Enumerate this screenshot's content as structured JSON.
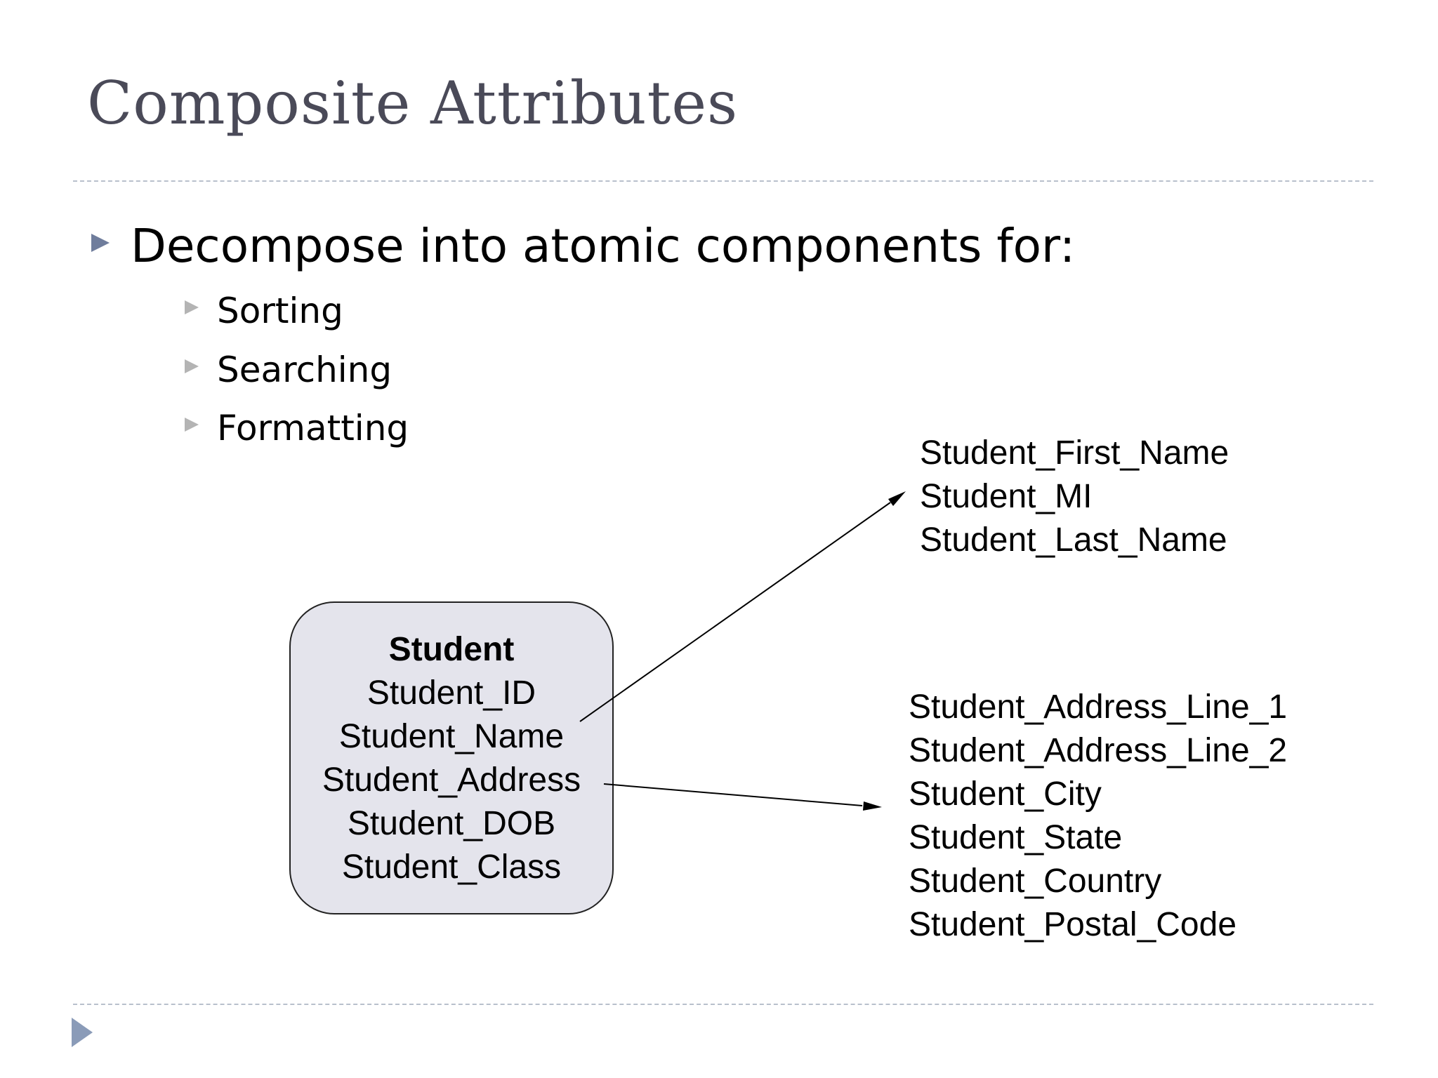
{
  "slide": {
    "title": "Composite Attributes",
    "bullet_main": "Decompose into atomic components for:",
    "sub_bullets": [
      "Sorting",
      "Searching",
      "Formatting"
    ]
  },
  "diagram": {
    "entity": {
      "name": "Student",
      "attributes": [
        "Student_ID",
        "Student_Name",
        "Student_Address",
        "Student_DOB",
        "Student_Class"
      ]
    },
    "name_components": [
      "Student_First_Name",
      "Student_MI",
      "Student_Last_Name"
    ],
    "address_components": [
      "Student_Address_Line_1",
      "Student_Address_Line_2",
      "Student_City",
      "Student_State",
      "Student_Country",
      "Student_Postal_Code"
    ]
  },
  "colors": {
    "title": "#4a4a58",
    "main_bullet": "#6f7d9c",
    "sub_bullet": "#b4b4b4",
    "entity_fill": "#e4e4ec",
    "divider": "#b8c0cc",
    "corner_marker": "#8a9bb8"
  },
  "icons": [
    "triangle-bullet-icon",
    "triangle-sub-bullet-icon",
    "corner-triangle-icon"
  ]
}
